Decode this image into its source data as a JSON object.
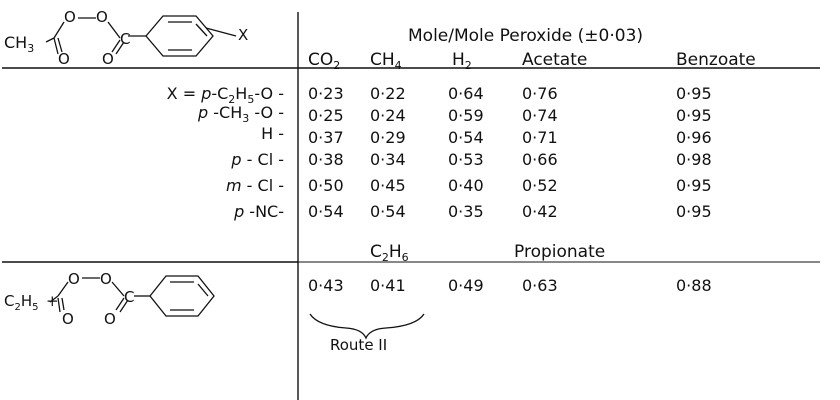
{
  "table": {
    "group_header": "Mole/Mole Peroxide (±0·03)",
    "columns": [
      {
        "main": "CO",
        "sub": "2"
      },
      {
        "main": "CH",
        "sub": "4"
      },
      {
        "main": "H",
        "sub": "2"
      },
      {
        "main": "Acetate",
        "sub": ""
      },
      {
        "main": "Benzoate",
        "sub": ""
      }
    ],
    "rows": [
      {
        "prefix": "X = ",
        "pos": "p",
        "sub_a": "-C",
        "sub_a_n": "2",
        "sub_b": "H",
        "sub_b_n": "5",
        "sub_c": "-O -",
        "values": [
          "0·23",
          "0·22",
          "0·64",
          "0·76",
          "0·95"
        ]
      },
      {
        "prefix": "",
        "pos": "p",
        "sub_a": " -CH",
        "sub_a_n": "3",
        "sub_b": "",
        "sub_b_n": "",
        "sub_c": " -O -",
        "values": [
          "0·25",
          "0·24",
          "0·59",
          "0·74",
          "0·95"
        ]
      },
      {
        "prefix": "",
        "pos": "",
        "sub_a": "H -",
        "sub_a_n": "",
        "sub_b": "",
        "sub_b_n": "",
        "sub_c": "",
        "values": [
          "0·37",
          "0·29",
          "0·54",
          "0·71",
          "0·96"
        ]
      },
      {
        "prefix": "",
        "pos": "p",
        "sub_a": " - Cl -",
        "sub_a_n": "",
        "sub_b": "",
        "sub_b_n": "",
        "sub_c": "",
        "values": [
          "0·38",
          "0·34",
          "0·53",
          "0·66",
          "0·98"
        ]
      },
      {
        "prefix": "",
        "pos": "m",
        "sub_a": " - Cl -",
        "sub_a_n": "",
        "sub_b": "",
        "sub_b_n": "",
        "sub_c": "",
        "values": [
          "0·50",
          "0·45",
          "0·40",
          "0·52",
          "0·95"
        ]
      },
      {
        "prefix": "",
        "pos": "p",
        "sub_a": " -NC-",
        "sub_a_n": "",
        "sub_b": "",
        "sub_b_n": "",
        "sub_c": "",
        "values": [
          "0·54",
          "0·54",
          "0·35",
          "0·42",
          "0·95"
        ]
      }
    ],
    "second_section": {
      "col2_header_main": "C",
      "col2_header_sub1": "2",
      "col2_header_mid": "H",
      "col2_header_sub2": "6",
      "col4_header": "Propionate",
      "values": [
        "0·43",
        "0·41",
        "0·49",
        "0·63",
        "0·88"
      ],
      "route_label": "Route II"
    }
  },
  "structures": {
    "top": {
      "left_group": "CH",
      "left_sub": "3",
      "o1": "O",
      "o2": "O",
      "c": "C",
      "o_carbonyl1": "O",
      "o_carbonyl2": "O",
      "substituent": "X"
    },
    "bottom": {
      "left_group": "C",
      "left_sub1": "2",
      "left_mid": "H",
      "left_sub2": "5",
      "o1": "O",
      "o2": "O",
      "c": "C",
      "o_carbonyl1": "O",
      "o_carbonyl2": "O"
    }
  }
}
